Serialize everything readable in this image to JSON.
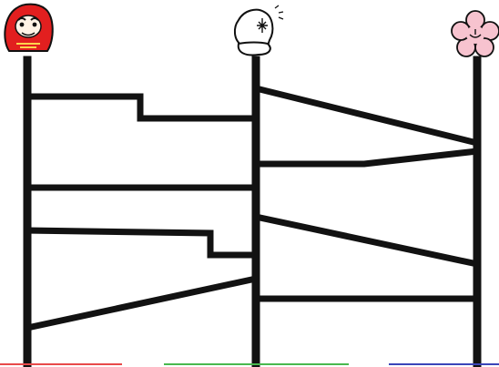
{
  "game": {
    "type": "amidakuji",
    "lanes": [
      {
        "id": "lane-1",
        "top_icon": "daruma-icon",
        "bottom_color": "#e84a4a",
        "top_color": "#e21f1f"
      },
      {
        "id": "lane-2",
        "top_icon": "monk-head-icon",
        "bottom_color": "#49b84f",
        "top_color": "#ffffff"
      },
      {
        "id": "lane-3",
        "top_icon": "plum-blossom-icon",
        "bottom_color": "#3b45b8",
        "top_color": "#f7c3cf"
      }
    ],
    "rungs": [
      {
        "between": [
          "lane-1",
          "lane-2"
        ],
        "shape": "stepped-down"
      },
      {
        "between": [
          "lane-1",
          "lane-2"
        ],
        "shape": "straight"
      },
      {
        "between": [
          "lane-1",
          "lane-2"
        ],
        "shape": "stepped-down"
      },
      {
        "between": [
          "lane-1",
          "lane-2"
        ],
        "shape": "diagonal-up"
      },
      {
        "between": [
          "lane-2",
          "lane-3"
        ],
        "shape": "diagonal-down"
      },
      {
        "between": [
          "lane-2",
          "lane-3"
        ],
        "shape": "kinked-up"
      },
      {
        "between": [
          "lane-2",
          "lane-3"
        ],
        "shape": "diagonal-down"
      },
      {
        "between": [
          "lane-2",
          "lane-3"
        ],
        "shape": "straight"
      }
    ]
  }
}
